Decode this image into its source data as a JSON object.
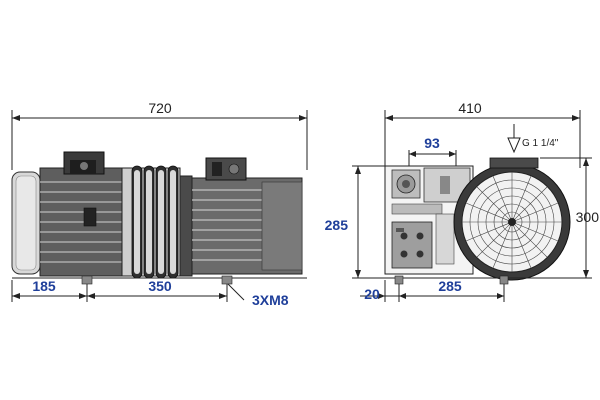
{
  "dimensions": {
    "overall_length": "720",
    "overall_width": "410",
    "flange_offset": "93",
    "inlet_thread": "G 1 1/4\"",
    "height_base": "285",
    "height_total": "300",
    "foot_offset_left": "185",
    "foot_spacing": "350",
    "bolts": "3XM8",
    "foot_offset_side": "20",
    "foot_spacing_side": "285"
  },
  "colors": {
    "dimension_text_blue": "#1f3f9a",
    "dimension_text_black": "#222222",
    "motor_grey": "#6b6b6b",
    "motor_dark": "#2e2e2e",
    "housing_light": "#bdbdbd"
  }
}
